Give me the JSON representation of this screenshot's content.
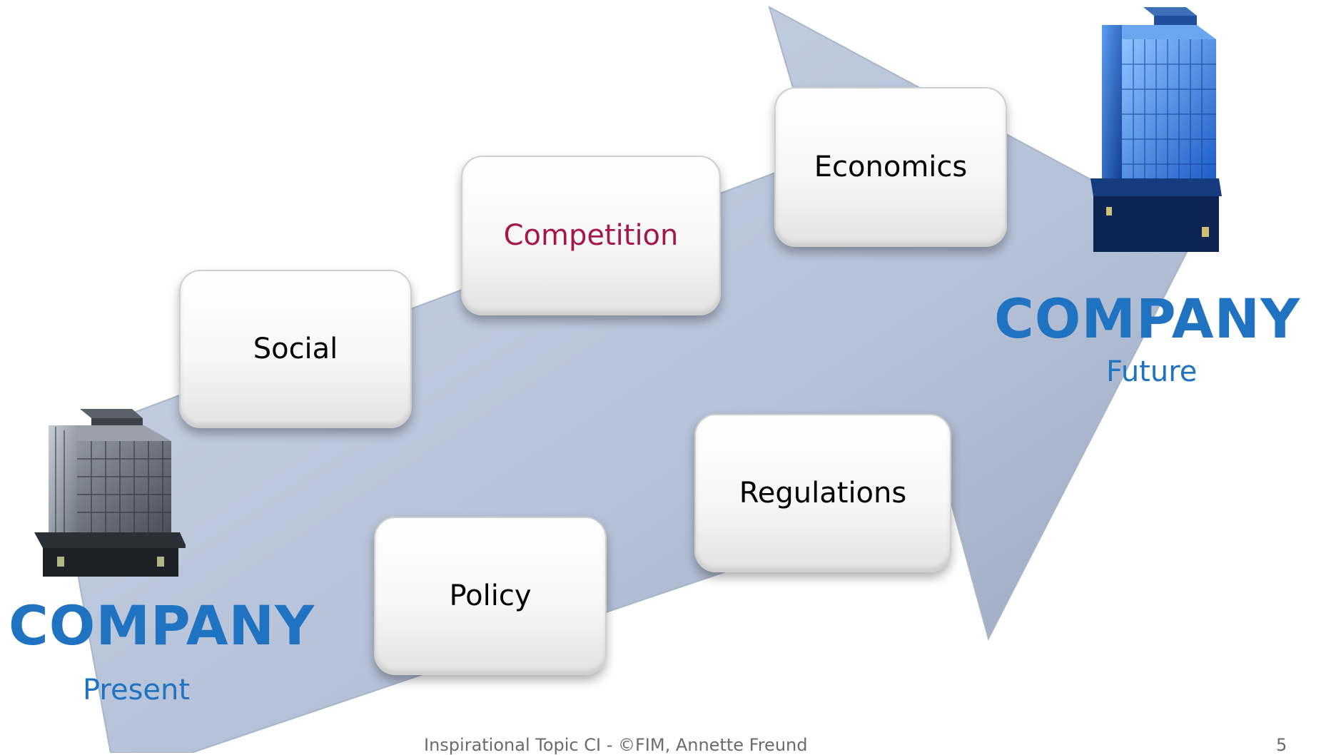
{
  "factors": [
    {
      "label": "Social",
      "highlight": false
    },
    {
      "label": "Competition",
      "highlight": true
    },
    {
      "label": "Economics",
      "highlight": false
    },
    {
      "label": "Regulations",
      "highlight": false
    },
    {
      "label": "Policy",
      "highlight": false
    }
  ],
  "start": {
    "title": "COMPANY",
    "subtitle": "Present"
  },
  "end": {
    "title": "COMPANY",
    "subtitle": "Future"
  },
  "footer": {
    "text": "Inspirational Topic CI - ©FIM, Annette Freund",
    "page_number": "5"
  },
  "colors": {
    "accent": "#1f73c1",
    "highlight": "#a3174a",
    "arrow": "#b7c4d9"
  },
  "icons": {
    "present": "office-building-grey-icon",
    "future": "office-building-blue-icon"
  }
}
